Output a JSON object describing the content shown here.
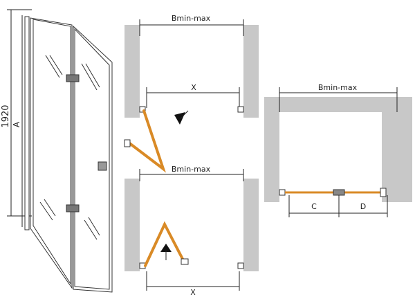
{
  "labels": {
    "height_value": "1920",
    "height_letter": "A",
    "top_width": "Bmin-max",
    "top_opening": "X",
    "bottom_width": "Bmin-max",
    "bottom_opening": "X",
    "right_width": "Bmin-max",
    "right_left_part": "C",
    "right_right_part": "D"
  },
  "colors": {
    "wall": "#c8c8c8",
    "door": "#d98a26",
    "line": "#222222"
  },
  "icons": {
    "direction_arrow": "arrow-icon"
  }
}
